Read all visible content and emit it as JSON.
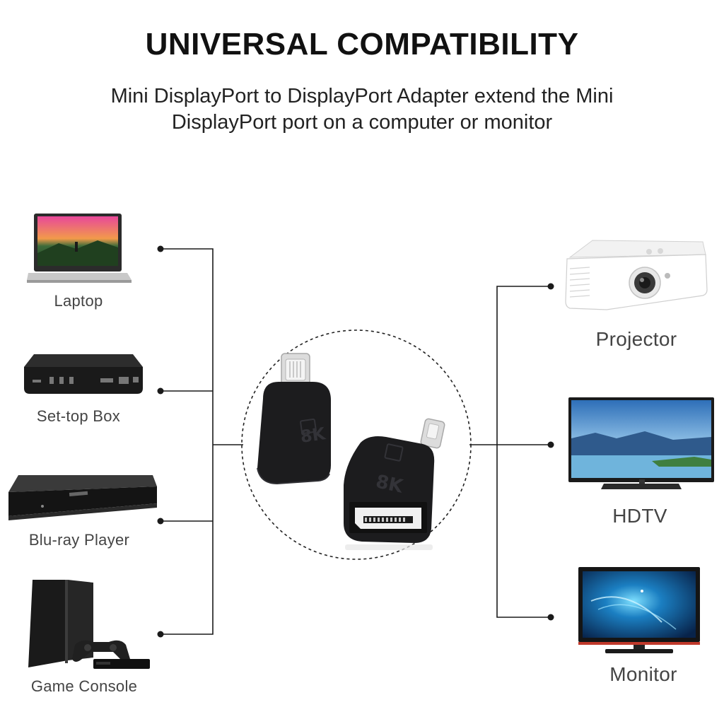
{
  "header": {
    "title": "UNIVERSAL COMPATIBILITY",
    "subtitle_line1": "Mini DisplayPort to DisplayPort Adapter extend the Mini",
    "subtitle_line2": "DisplayPort port on a computer or monitor"
  },
  "sources": [
    {
      "label": "Laptop",
      "icon": "laptop-icon"
    },
    {
      "label": "Set-top Box",
      "icon": "set-top-box-icon"
    },
    {
      "label": "Blu-ray Player",
      "icon": "blu-ray-player-icon"
    },
    {
      "label": "Game Console",
      "icon": "game-console-icon"
    }
  ],
  "adapter": {
    "badge_text": "8K",
    "icon": "mini-displayport-adapter-icon"
  },
  "outputs": [
    {
      "label": "Projector",
      "icon": "projector-icon"
    },
    {
      "label": "HDTV",
      "icon": "hdtv-icon"
    },
    {
      "label": "Monitor",
      "icon": "monitor-icon"
    }
  ],
  "colors": {
    "adapter_body": "#1c1c1e",
    "connector_metal": "#d7d7d7",
    "line": "#1a1a1a"
  }
}
